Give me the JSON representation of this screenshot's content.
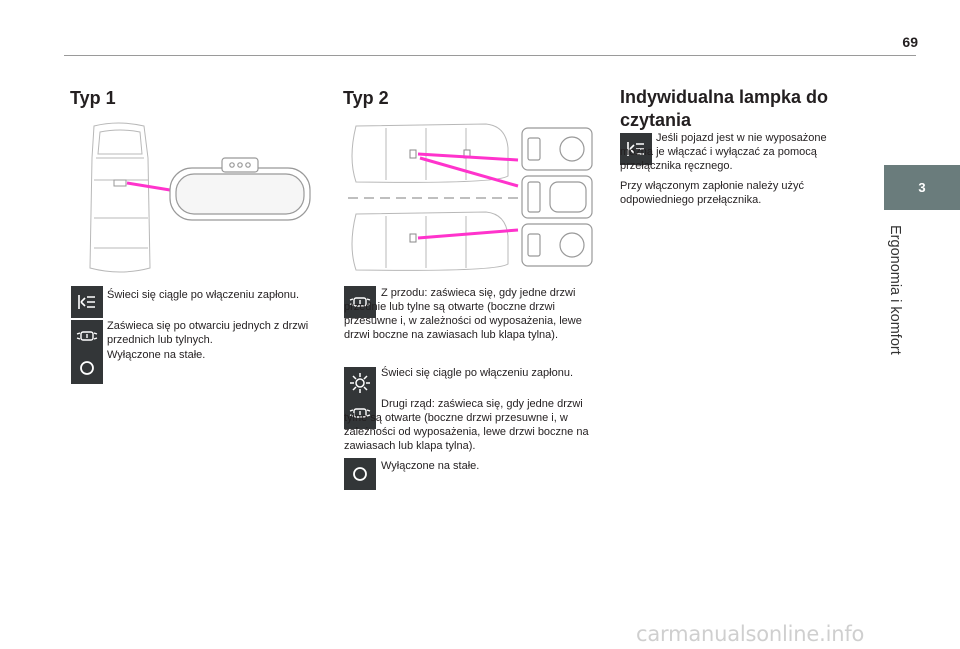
{
  "page_number": "69",
  "chapter": {
    "number": "3",
    "title": "Ergonomia i komfort"
  },
  "typ1": {
    "heading": "Typ 1",
    "items": [
      {
        "icon": "reading-light-on-icon",
        "text": "Świeci się ciągle po włączeniu zapłonu."
      },
      {
        "icon": "door-light-icon",
        "text": "Zaświeca się po otwarciu jednych z drzwi przednich lub tylnych."
      },
      {
        "icon": "circle-off-icon",
        "text": "Wyłączone na stałe."
      }
    ]
  },
  "typ2": {
    "heading": "Typ 2",
    "items": [
      {
        "icon": "door-light-icon",
        "text": "Z przodu: zaświeca się, gdy jedne drzwi przednie lub tylne są otwarte (boczne drzwi przesuwne i, w zależności od wyposażenia, lewe drzwi boczne na zawiasach lub klapa tylna)."
      },
      {
        "icon": "sun-light-icon",
        "text": "Świeci się ciągle po włączeniu zapłonu."
      },
      {
        "icon": "door-light-icon",
        "text": "Drugi rząd: zaświeca się, gdy jedne drzwi tylne są otwarte (boczne drzwi przesuwne i, w zależności od wyposażenia, lewe drzwi boczne na zawiasach lub klapa tylna)."
      },
      {
        "icon": "circle-off-icon",
        "text": "Wyłączone na stałe."
      }
    ]
  },
  "individual": {
    "heading": "Indywidualna lampka do czytania",
    "icon": "reading-light-on-icon",
    "text1": "Jeśli pojazd jest w nie wyposażone można je włączać i wyłączać za pomocą przełącznika ręcznego.",
    "text2": "Przy włączonym zapłonie należy użyć odpowiedniego przełącznika."
  },
  "watermark": "carmanualsonline.info",
  "colors": {
    "accent_line": "#ff33cc",
    "icon_bg": "#333638",
    "side_tab": "#6a7c7c"
  }
}
